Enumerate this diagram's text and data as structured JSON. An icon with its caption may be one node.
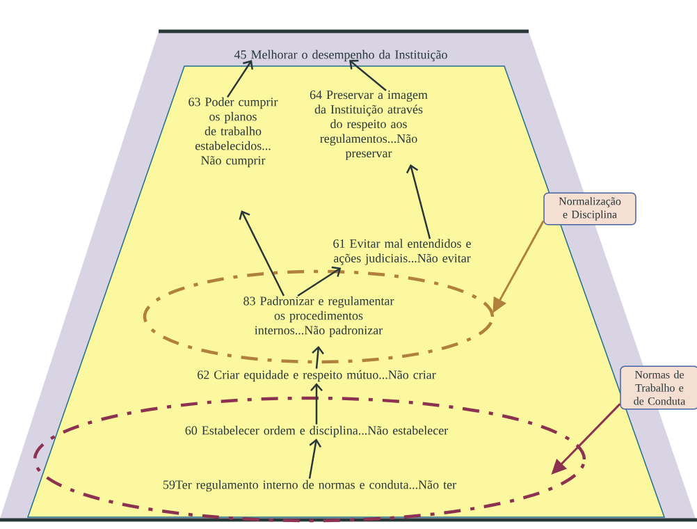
{
  "diagram": {
    "nodes": [
      {
        "text": [
          "45 Melhorar o desempenho da Instituição"
        ]
      },
      {
        "text": [
          "63 Poder cumprir os planos de trabalho estabelecidos... Não cumprir"
        ]
      },
      {
        "text": [
          "64 Preservar a imagem da Instituição através do respeito aos regulamentos...Não preservar"
        ]
      },
      {
        "text": [
          "61 Evitar mal entendidos e ações judiciais...Não evitar"
        ]
      },
      {
        "text": [
          "83 Padronizar e regulamentar os procedimentos internos...Não padronizar"
        ]
      },
      {
        "text": [
          "62 Criar equidade e respeito mútuo...Não criar"
        ]
      },
      {
        "text": [],
        "shape": "ellipse"
      },
      {
        "text": [
          "60 Estabelecer ordem e disciplina...Não estabelecer"
        ],
        "in": 6
      },
      {
        "text": [
          "59Ter regulamento interno de normas e conduta...Não ter"
        ],
        "in": 6
      },
      {
        "text": [
          "Normalização e Disciplina"
        ]
      },
      {
        "text": [
          "Normas de Trabalho e de Conduta"
        ]
      }
    ],
    "edges": [
      {
        "from": 1,
        "to": 0,
        "arrow": "to"
      },
      {
        "from": 2,
        "to": 0,
        "arrow": "to"
      },
      {
        "from": 4,
        "to": 1,
        "arrow": "to"
      },
      {
        "from": 4,
        "to": 3,
        "arrow": "to"
      },
      {
        "from": 3,
        "to": 2,
        "arrow": "to"
      },
      {
        "from": 5,
        "to": 4,
        "arrow": "to"
      },
      {
        "from": 7,
        "to": 5,
        "arrow": "to"
      },
      {
        "from": 8,
        "to": 7,
        "arrow": "to"
      },
      {
        "from": 9,
        "to": 4,
        "arrow": "to",
        "color": "#b0803c"
      },
      {
        "from": 10,
        "to": 6,
        "arrow": "to",
        "color": "#8c3250"
      }
    ]
  }
}
